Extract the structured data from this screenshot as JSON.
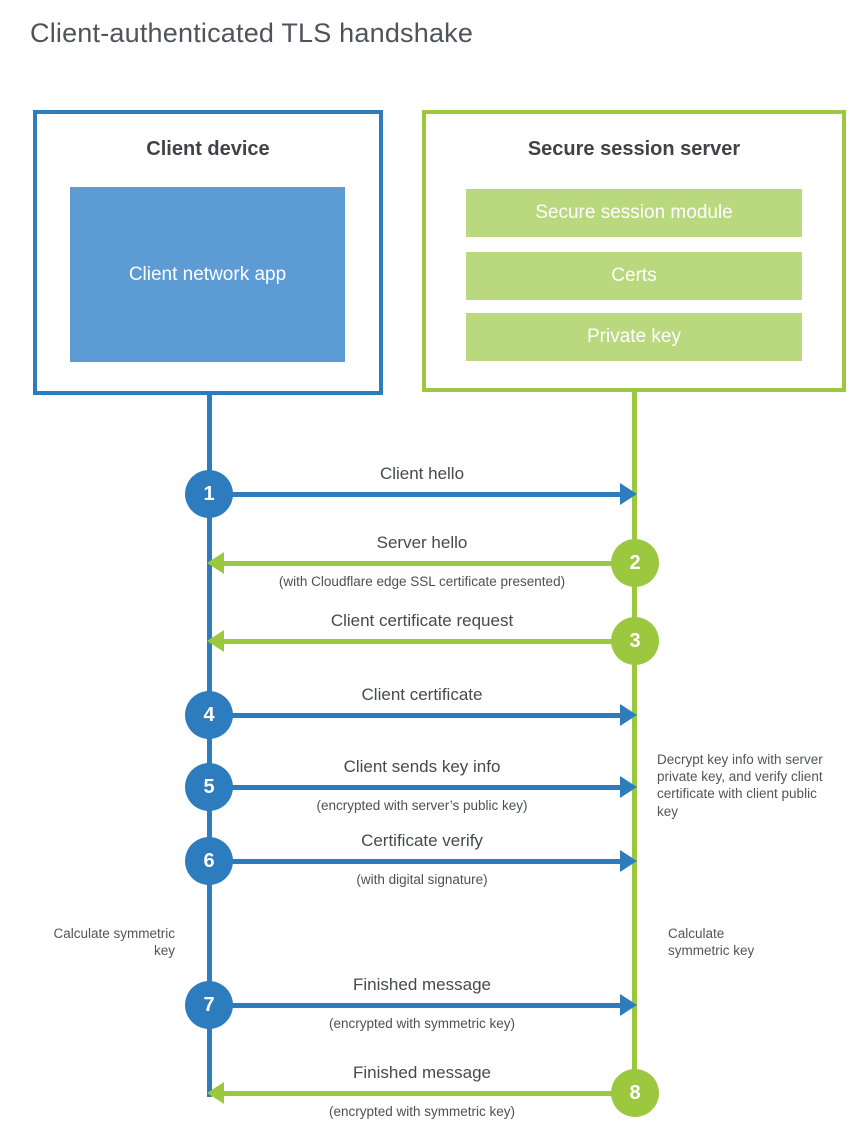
{
  "title": "Client-authenticated TLS handshake",
  "client": {
    "title": "Client device",
    "app_label": "Client network app"
  },
  "server": {
    "title": "Secure session server",
    "modules": [
      "Secure session module",
      "Certs",
      "Private key"
    ]
  },
  "messages": [
    {
      "step": "1",
      "label": "Client hello",
      "sublabel": "",
      "direction": "client-to-server"
    },
    {
      "step": "2",
      "label": "Server hello",
      "sublabel": "(with Cloudflare edge SSL certificate presented)",
      "direction": "server-to-client"
    },
    {
      "step": "3",
      "label": "Client certificate request",
      "sublabel": "",
      "direction": "server-to-client"
    },
    {
      "step": "4",
      "label": "Client certificate",
      "sublabel": "",
      "direction": "client-to-server"
    },
    {
      "step": "5",
      "label": "Client sends key info",
      "sublabel": "(encrypted with server’s public key)",
      "direction": "client-to-server"
    },
    {
      "step": "6",
      "label": "Certificate verify",
      "sublabel": "(with digital signature)",
      "direction": "client-to-server"
    },
    {
      "step": "7",
      "label": "Finished message",
      "sublabel": "(encrypted with symmetric key)",
      "direction": "client-to-server"
    },
    {
      "step": "8",
      "label": "Finished message",
      "sublabel": "(encrypted with symmetric key)",
      "direction": "server-to-client"
    }
  ],
  "annotations": {
    "server_note": "Decrypt key info with server private key, and verify client certificate with client public key",
    "client_calc": "Calculate symmetric key",
    "server_calc": "Calculate symmetric key"
  },
  "colors": {
    "client_blue": "#2d7cbe",
    "client_blue_light": "#5c9bd3",
    "server_green": "#9cc83f",
    "server_green_light": "#bad97f"
  }
}
